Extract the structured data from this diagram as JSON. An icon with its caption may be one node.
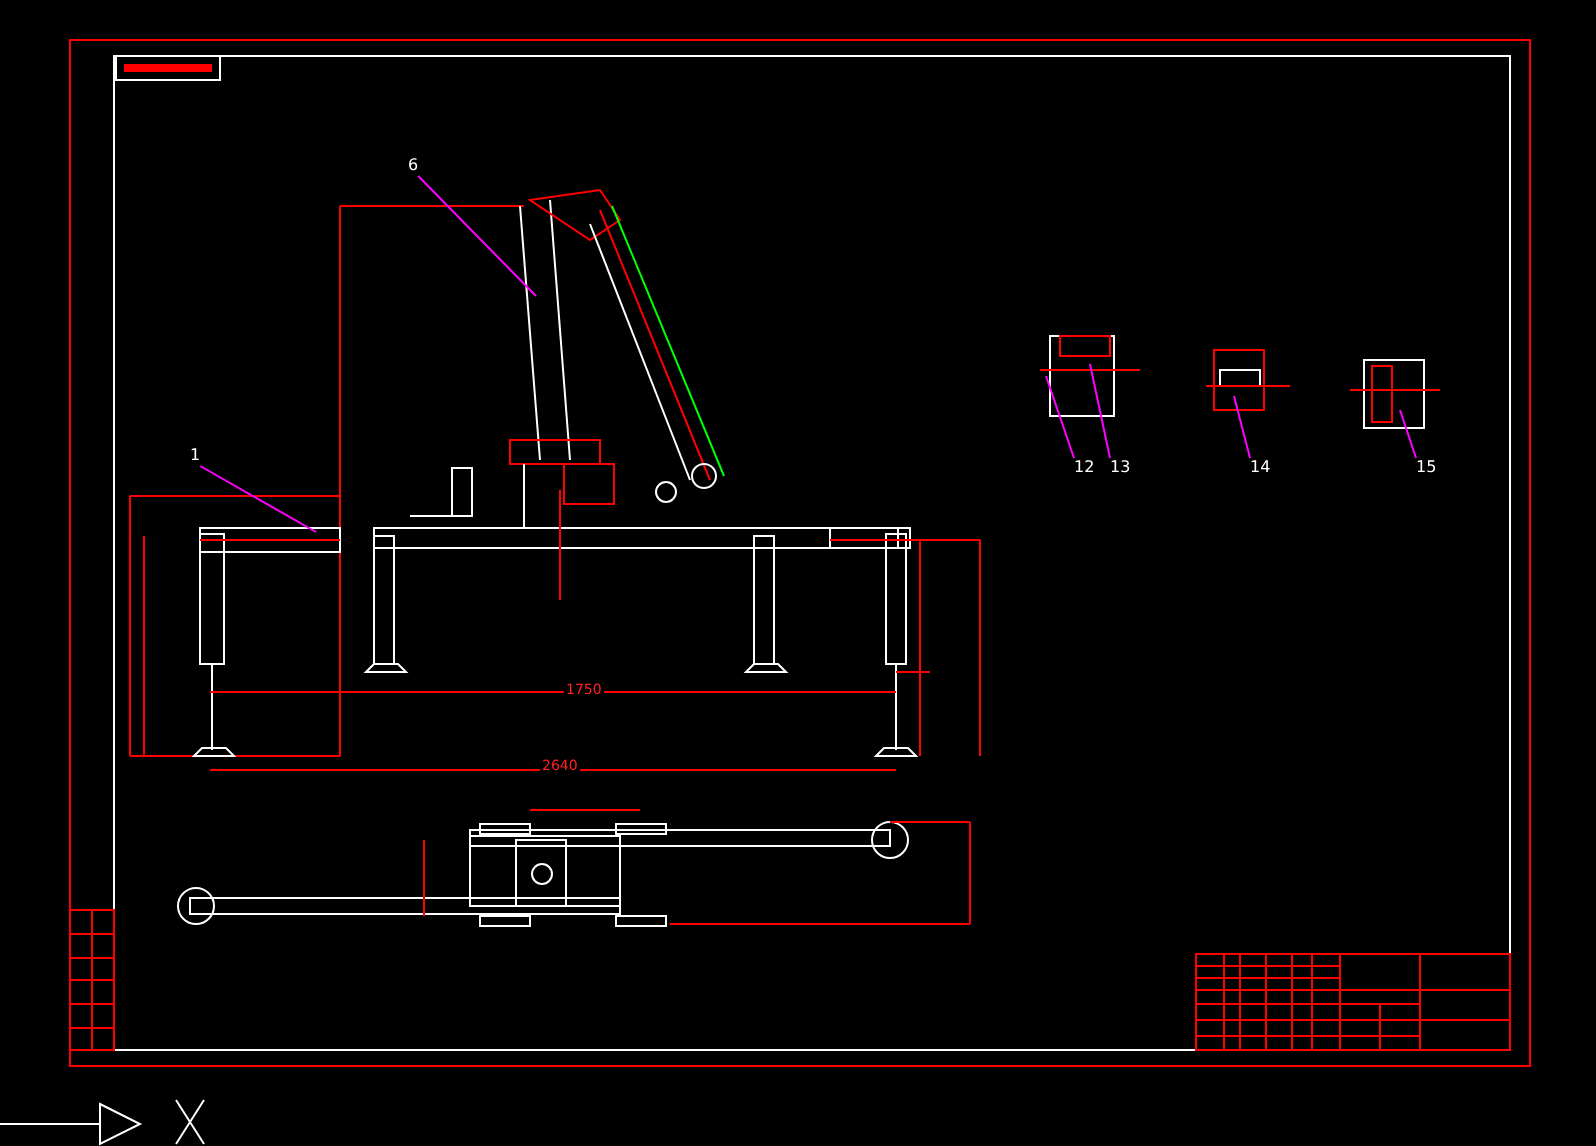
{
  "diagram": {
    "nodes": [
      {
        "text": [
          "6"
        ]
      },
      {
        "text": [
          "1"
        ]
      },
      {
        "text": [
          "12"
        ]
      },
      {
        "text": [
          "13"
        ]
      },
      {
        "text": [
          "14"
        ]
      },
      {
        "text": [
          "15"
        ]
      }
    ],
    "edges": [
      {
        "from": 0,
        "to": null,
        "arrow": "none"
      },
      {
        "from": 1,
        "to": null,
        "arrow": "none"
      },
      {
        "from": 2,
        "to": null,
        "arrow": "none"
      },
      {
        "from": 3,
        "to": null,
        "arrow": "none"
      },
      {
        "from": 4,
        "to": null,
        "arrow": "none"
      },
      {
        "from": 5,
        "to": null,
        "arrow": "none"
      }
    ],
    "labels": [
      "1750",
      "2640"
    ]
  }
}
